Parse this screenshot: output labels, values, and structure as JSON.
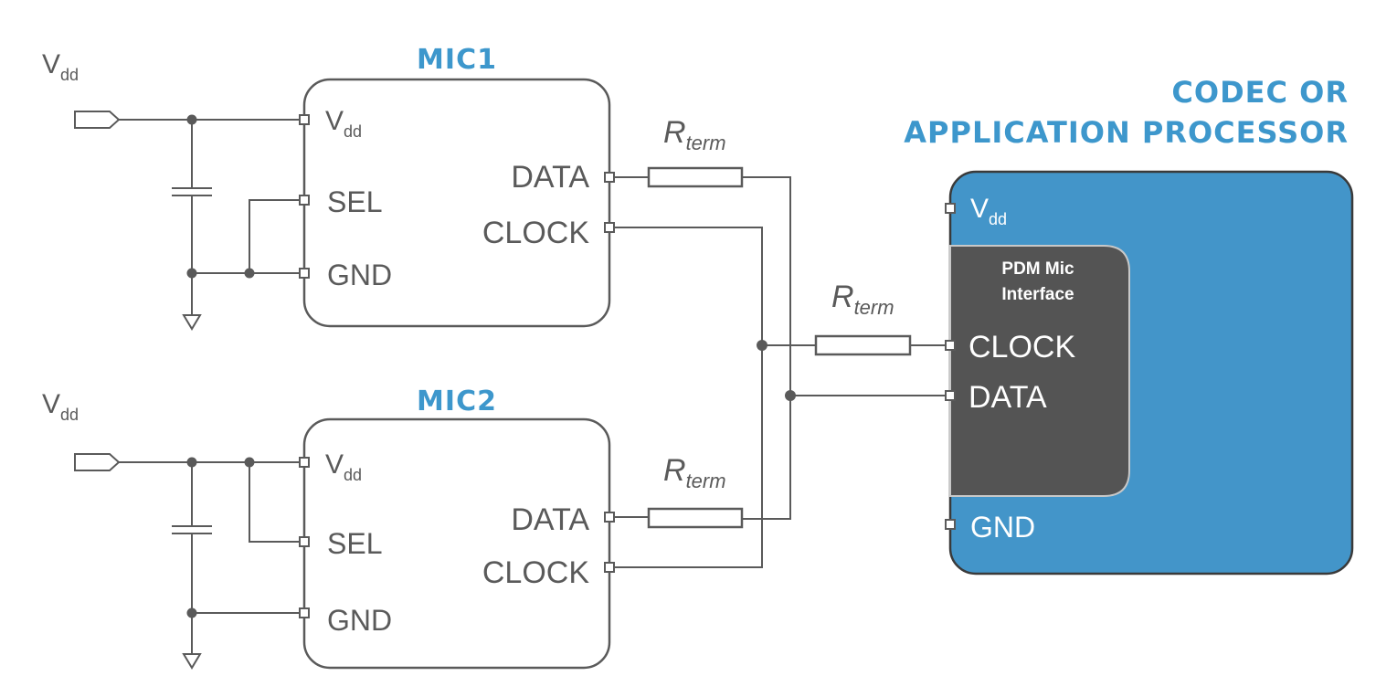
{
  "supply": {
    "left_vdd_1": "V",
    "left_vdd_1_sub": "dd",
    "left_vdd_2": "V",
    "left_vdd_2_sub": "dd"
  },
  "mic1": {
    "title": "MIC1",
    "pins": {
      "vdd": "V",
      "vdd_sub": "dd",
      "sel": "SEL",
      "gnd": "GND",
      "data": "DATA",
      "clock": "CLOCK"
    }
  },
  "mic2": {
    "title": "MIC2",
    "pins": {
      "vdd": "V",
      "vdd_sub": "dd",
      "sel": "SEL",
      "gnd": "GND",
      "data": "DATA",
      "clock": "CLOCK"
    }
  },
  "resistors": {
    "r1": {
      "label": "R",
      "sub": "term"
    },
    "r2": {
      "label": "R",
      "sub": "term"
    },
    "r3": {
      "label": "R",
      "sub": "term"
    }
  },
  "codec": {
    "title_line1": "CODEC OR",
    "title_line2": "APPLICATION PROCESSOR",
    "vdd": "V",
    "vdd_sub": "dd",
    "gnd": "GND",
    "interface_line1": "PDM Mic",
    "interface_line2": "Interface",
    "clock": "CLOCK",
    "data": "DATA"
  },
  "colors": {
    "accent": "#3d97cc",
    "codec_fill": "#4395c9",
    "interface_fill": "#545454",
    "line": "#5a5a5a"
  }
}
